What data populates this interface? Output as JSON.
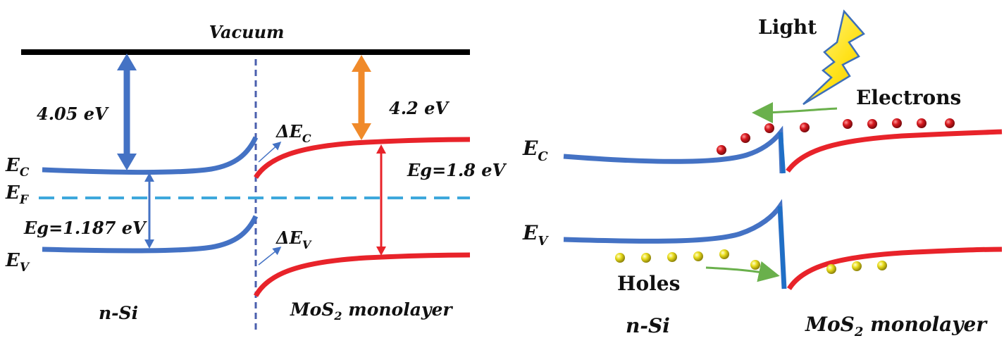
{
  "left_panel": {
    "vacuum": "Vacuum",
    "si_affinity": "4.05 eV",
    "mos2_affinity": "4.2 eV",
    "ec": {
      "main": "E",
      "sub": "C"
    },
    "ef": {
      "main": "E",
      "sub": "F"
    },
    "ev": {
      "main": "E",
      "sub": "V"
    },
    "delta_ec": {
      "main": "ΔE",
      "sub": "C"
    },
    "delta_ev": {
      "main": "ΔE",
      "sub": "V"
    },
    "si_gap": "Eg=1.187 eV",
    "mos2_gap": "Eg=1.8 eV",
    "si_name": "n-Si",
    "mos2_name": {
      "pre": "MoS",
      "sub": "2",
      "post": " monolayer"
    }
  },
  "right_panel": {
    "light": "Light",
    "electrons": "Electrons",
    "holes": "Holes",
    "ec": {
      "main": "E",
      "sub": "C"
    },
    "ev": {
      "main": "E",
      "sub": "V"
    },
    "si_name": "n-Si",
    "mos2_name": {
      "pre": "MoS",
      "sub": "2",
      "post": " monolayer"
    }
  },
  "colors": {
    "si_band": "#4472c4",
    "mos2_band": "#e8232a",
    "fermi": "#3ea8dc",
    "affinity_mos2": "#f08a2a",
    "current_arrow": "#6ab04c",
    "electron": "#c8161d",
    "hole": "#e6d81a",
    "light": "#ffea3a"
  }
}
